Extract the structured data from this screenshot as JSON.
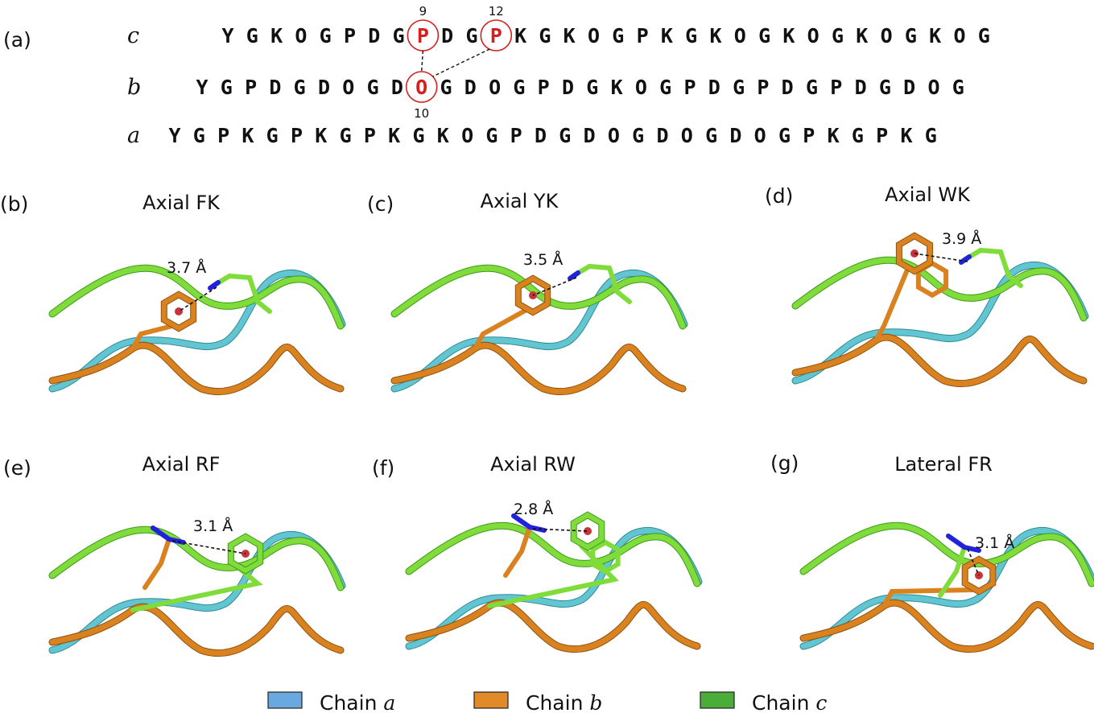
{
  "part_a": {
    "label": "(a)",
    "chains": [
      {
        "name": "c",
        "sequence": "YGKOGPDGPDGPKGKOGPKGKOGKOGKOGKOG"
      },
      {
        "name": "b",
        "sequence": "YGPDGDOGDOGDOGPDGKOGPDGPDGPDGDOG"
      },
      {
        "name": "a",
        "sequence": "YGPKGPKGPKGKOGPDGDOGDOGDOGPKGPKG"
      }
    ],
    "highlights": [
      {
        "chain": "c",
        "position": 9,
        "residue": "P",
        "number_label": "9"
      },
      {
        "chain": "c",
        "position": 12,
        "residue": "P",
        "number_label": "12"
      },
      {
        "chain": "b",
        "position": 10,
        "residue": "O",
        "number_label": "10"
      }
    ]
  },
  "panels": [
    {
      "label": "(b)",
      "title": "Axial FK",
      "distance": "3.7 Å"
    },
    {
      "label": "(c)",
      "title": "Axial YK",
      "distance": "3.5 Å"
    },
    {
      "label": "(d)",
      "title": "Axial WK",
      "distance": "3.9 Å"
    },
    {
      "label": "(e)",
      "title": "Axial RF",
      "distance": "3.1 Å"
    },
    {
      "label": "(f)",
      "title": "Axial RW",
      "distance": "2.8 Å"
    },
    {
      "label": "(g)",
      "title": "Lateral FR",
      "distance": "3.1 Å"
    }
  ],
  "legend": [
    {
      "prefix": "Chain",
      "chain": "a",
      "color": "#6aa9e0"
    },
    {
      "prefix": "Chain",
      "chain": "b",
      "color": "#e08a2a"
    },
    {
      "prefix": "Chain",
      "chain": "c",
      "color": "#4aad3a"
    }
  ],
  "colors": {
    "chain_a": "#62c6d2",
    "chain_b": "#d9821f",
    "chain_c": "#7fdc3a",
    "nitrogen": "#2222dd",
    "highlight": "#d42020"
  }
}
